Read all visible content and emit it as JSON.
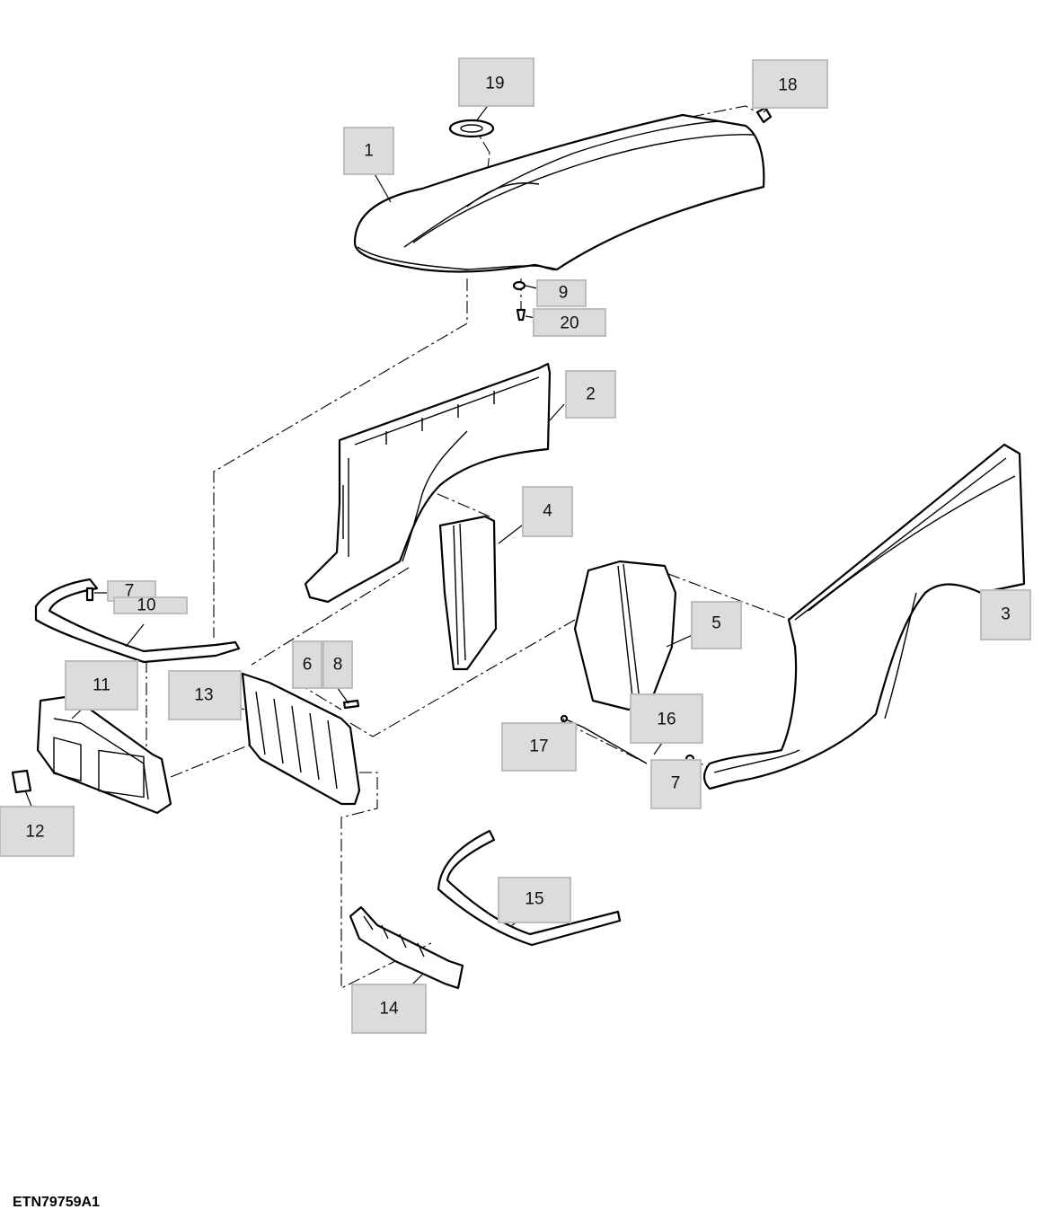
{
  "figure_id": "ETN79759A1",
  "callouts": {
    "c1": "1",
    "c2": "2",
    "c3": "3",
    "c4": "4",
    "c5": "5",
    "c6": "6",
    "c7a": "7",
    "c7b": "7",
    "c8": "8",
    "c9": "9",
    "c10": "10",
    "c11": "11",
    "c12": "12",
    "c13": "13",
    "c14": "14",
    "c15": "15",
    "c16": "16",
    "c17": "17",
    "c18": "18",
    "c19": "19",
    "c20": "20"
  }
}
